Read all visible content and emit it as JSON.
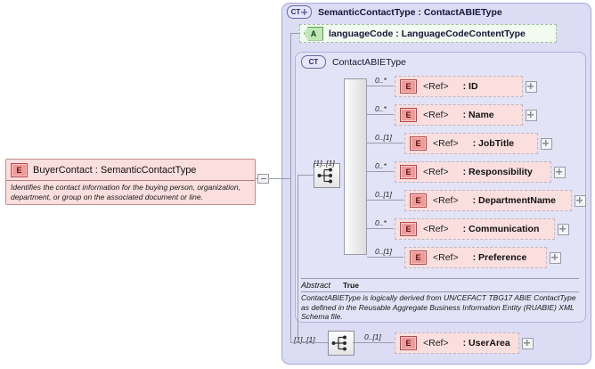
{
  "root_element": {
    "icon": "element-badge-E",
    "title": "BuyerContact : SemanticContactType",
    "documentation": "Identifies the contact information for the buying person, organization, department, or group on the associated document or line.",
    "collapse_icon": "minus-icon"
  },
  "outer_type": {
    "icon": "complextype-badge-CT-plus",
    "title": "SemanticContactType : ContactABIEType"
  },
  "attribute": {
    "icon": "attribute-badge-A",
    "label": "languageCode : LanguageCodeContentType"
  },
  "inner_type": {
    "icon": "complextype-badge-CT",
    "title": "ContactABIEType",
    "group_icon": "sequence-icon",
    "group_cardinality": "[1]..[1]",
    "abstract_key": "Abstract",
    "abstract_value": "True",
    "annotation": "ContactABIEType is logically derived from UN/CEFACT TBG17 ABIE ContactType as defined in the Reusable Aggregate Business Information Entity (RUABIE) XML Schema file.",
    "elements": [
      {
        "cardinality": "0..*",
        "ref": "<Ref>",
        "name": ": ID",
        "expand_icon": "plus-icon"
      },
      {
        "cardinality": "0..*",
        "ref": "<Ref>",
        "name": ": Name",
        "expand_icon": "plus-icon"
      },
      {
        "cardinality": "0..[1]",
        "ref": "<Ref>",
        "name": ": JobTitle",
        "expand_icon": "plus-icon"
      },
      {
        "cardinality": "0..*",
        "ref": "<Ref>",
        "name": ": Responsibility",
        "expand_icon": "plus-icon"
      },
      {
        "cardinality": "0..[1]",
        "ref": "<Ref>",
        "name": ": DepartmentName",
        "expand_icon": "plus-icon"
      },
      {
        "cardinality": "0..*",
        "ref": "<Ref>",
        "name": ": Communication",
        "expand_icon": "plus-icon"
      },
      {
        "cardinality": "0..[1]",
        "ref": "<Ref>",
        "name": ": Preference",
        "expand_icon": "plus-icon"
      }
    ]
  },
  "user_area": {
    "group_icon": "sequence-icon",
    "group_cardinality": "[1]..[1]",
    "cardinality": "0..[1]",
    "ref": "<Ref>",
    "name": ": UserArea",
    "expand_icon": "plus-icon"
  },
  "colors": {
    "element_fill": "#fbdede",
    "element_badge": "#f09a9a",
    "attribute_fill": "#f2fbf0",
    "attribute_badge": "#bfe8b6",
    "outer_container": "#dcdcf5",
    "inner_container": "#e3e3f7",
    "line": "#9b9bab"
  }
}
